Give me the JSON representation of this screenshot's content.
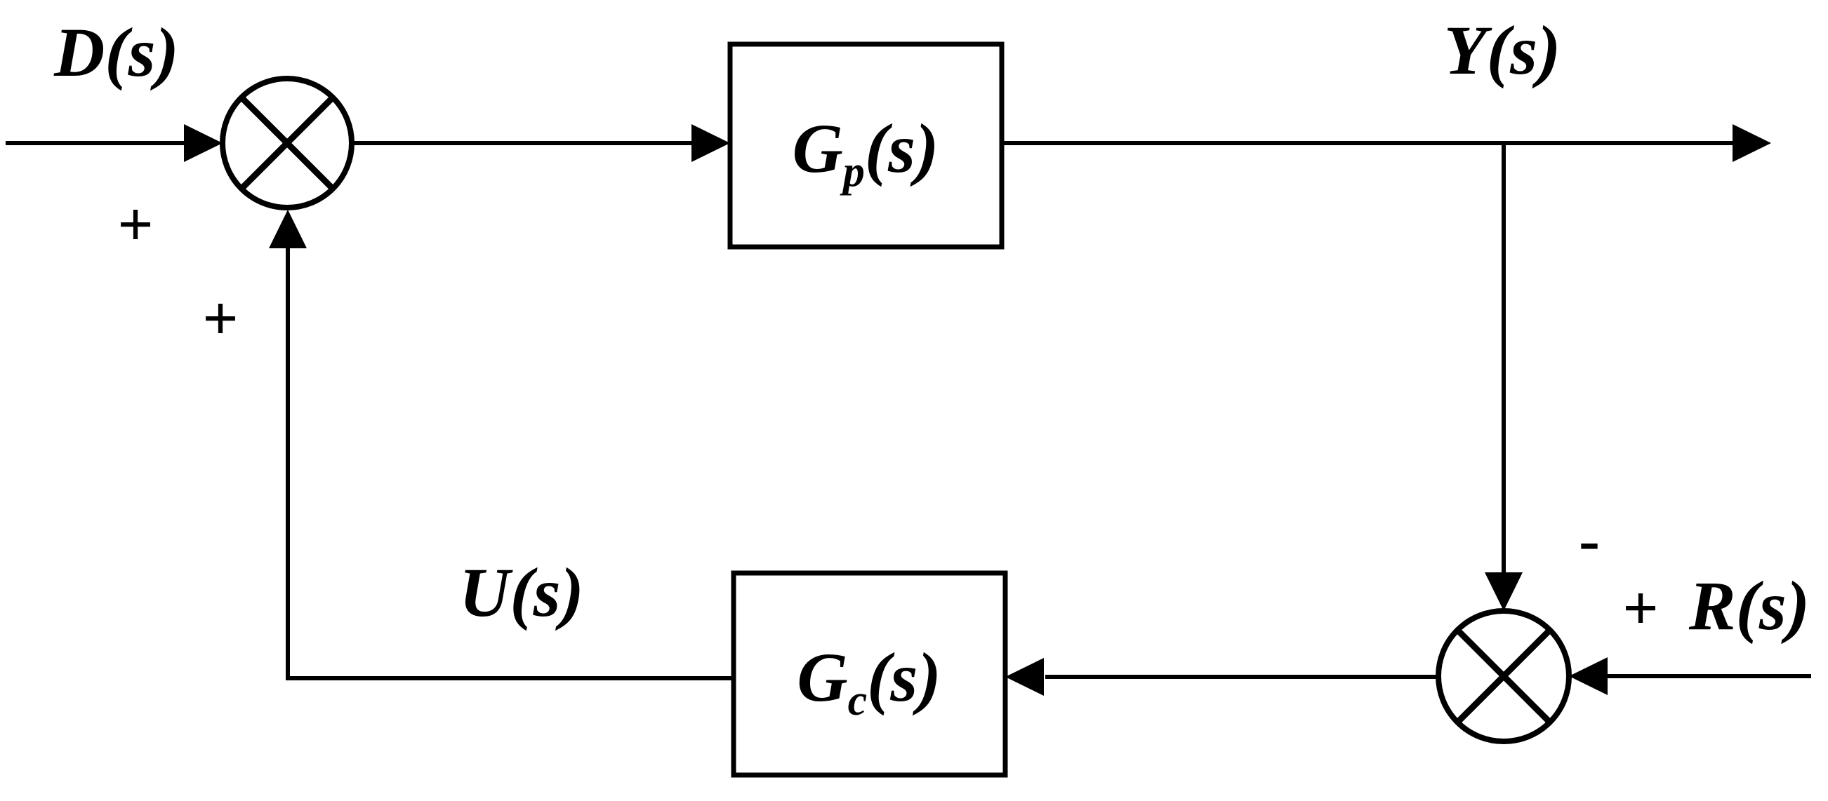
{
  "diagram": {
    "background_color": "#ffffff",
    "line_color": "#000000",
    "signals": {
      "disturbance": "D(s)",
      "output": "Y(s)",
      "control": "U(s)",
      "reference": "R(s)"
    },
    "signs": {
      "junction1_left_input": "+",
      "junction1_bottom_input": "+",
      "junction2_top_input": "-",
      "junction2_right_input": "+"
    },
    "blocks": {
      "plant": {
        "base": "G",
        "sub": "p",
        "arg": "(s)"
      },
      "controller": {
        "base": "G",
        "sub": "c",
        "arg": "(s)"
      }
    },
    "structure": {
      "edges": [
        {
          "from": "D(s)",
          "to": "summing-junction-1",
          "sign": "+"
        },
        {
          "from": "U(s)",
          "to": "summing-junction-1",
          "sign": "+"
        },
        {
          "from": "summing-junction-1",
          "to": "Gp(s)"
        },
        {
          "from": "Gp(s)",
          "to": "Y(s)"
        },
        {
          "from": "Y(s)",
          "to": "summing-junction-2",
          "sign": "-"
        },
        {
          "from": "R(s)",
          "to": "summing-junction-2",
          "sign": "+"
        },
        {
          "from": "summing-junction-2",
          "to": "Gc(s)"
        },
        {
          "from": "Gc(s)",
          "to": "U(s)"
        }
      ]
    }
  }
}
